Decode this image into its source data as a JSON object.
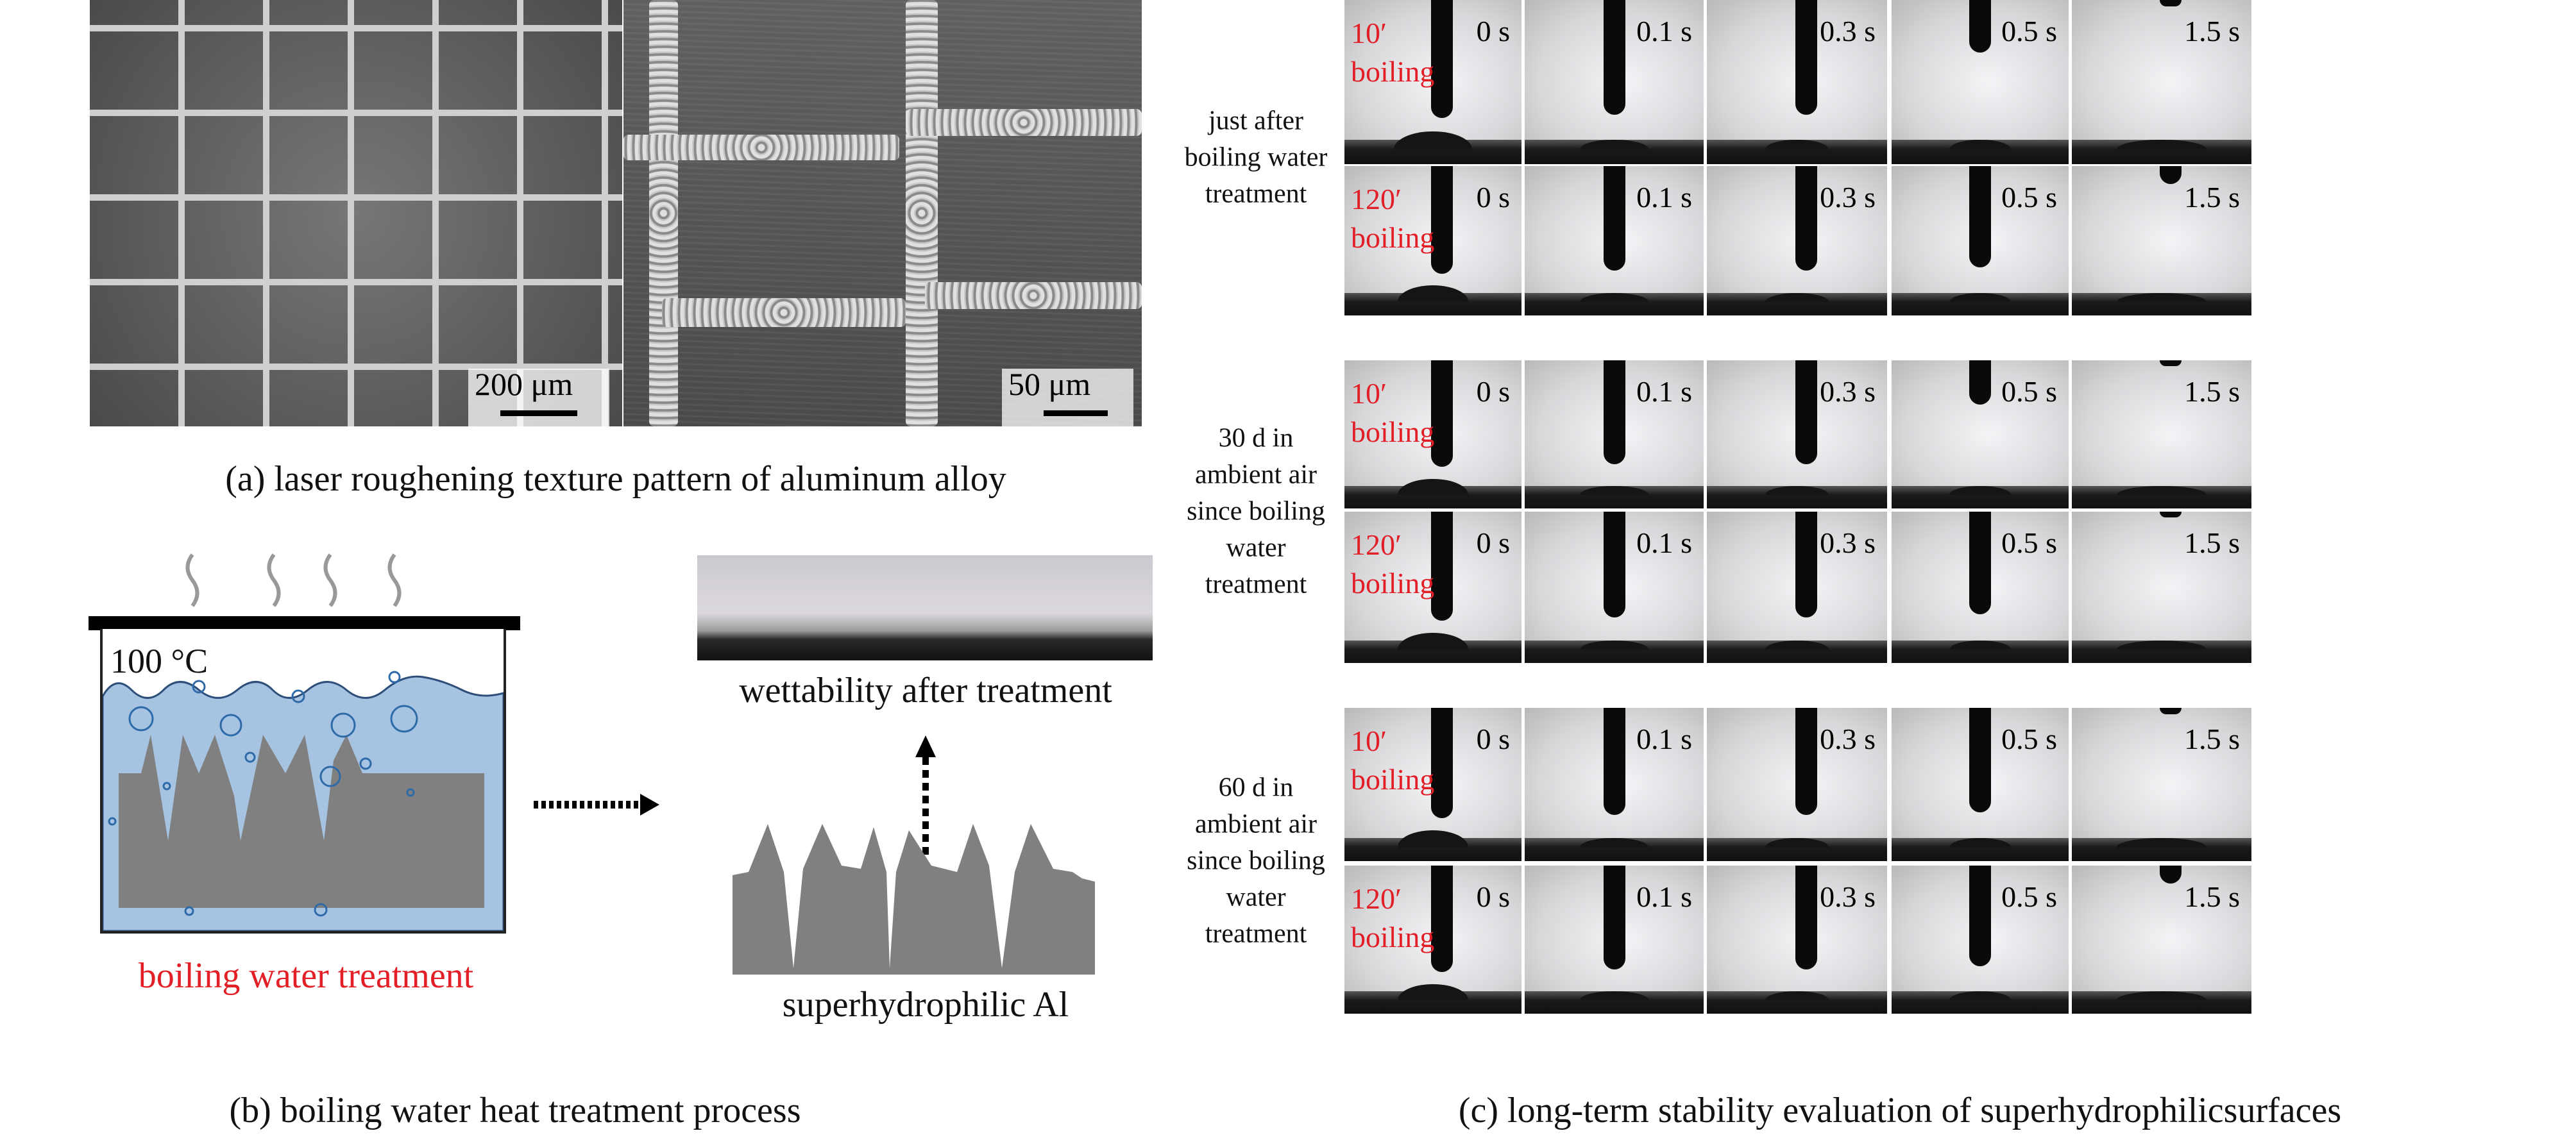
{
  "panel_a": {
    "scale_bars": [
      "200 μm",
      "50 μm"
    ],
    "caption": "(a) laser roughening texture pattern of aluminum alloy"
  },
  "panel_b": {
    "temperature": "100 °C",
    "process_label": "boiling water treatment",
    "wettability_label": "wettability after treatment",
    "surface_label": "superhydrophilic Al",
    "caption": "(b) boiling water heat treatment process",
    "colors": {
      "water": "#a6c4e2",
      "metal": "#808080",
      "accent": "#e21f26"
    }
  },
  "panel_c": {
    "caption": "(c) long-term stability evaluation of superhydrophilicsurfaces",
    "times": [
      "0 s",
      "0.1 s",
      "0.3 s",
      "0.5 s",
      "1.5 s"
    ],
    "groups": [
      {
        "label_lines": [
          "just after",
          "boiling water",
          "treatment"
        ],
        "rows": [
          {
            "tag": [
              "10′",
              "boiling"
            ]
          },
          {
            "tag": [
              "120′",
              "boiling"
            ]
          }
        ]
      },
      {
        "label_lines": [
          "30 d in",
          "ambient air",
          "since boiling",
          "water",
          "treatment"
        ],
        "rows": [
          {
            "tag": [
              "10′",
              "boiling"
            ]
          },
          {
            "tag": [
              "120′",
              "boiling"
            ]
          }
        ]
      },
      {
        "label_lines": [
          "60 d in",
          "ambient air",
          "since boiling",
          "water",
          "treatment"
        ],
        "rows": [
          {
            "tag": [
              "10′",
              "boiling"
            ]
          },
          {
            "tag": [
              "120′",
              "boiling"
            ]
          }
        ]
      }
    ]
  }
}
